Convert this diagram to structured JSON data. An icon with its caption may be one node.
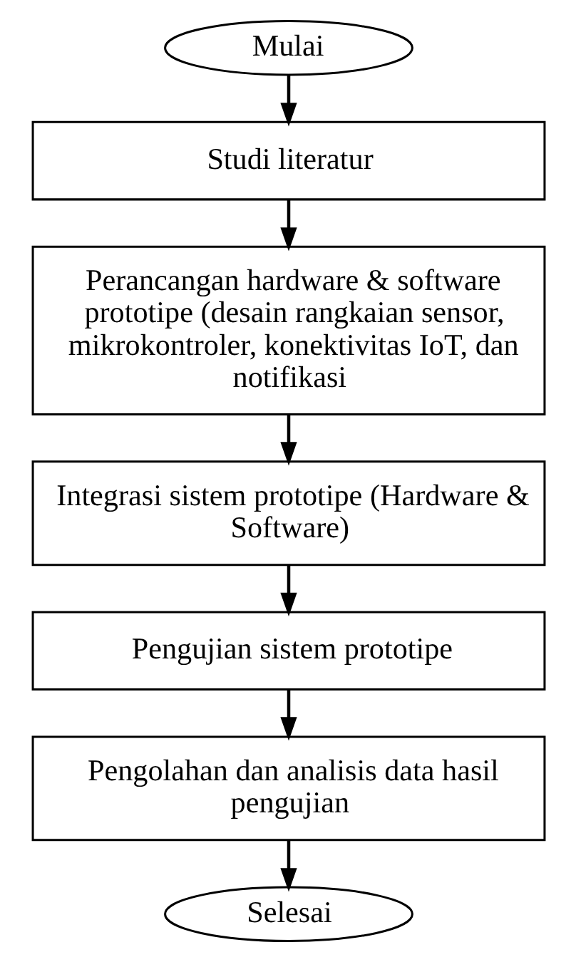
{
  "diagram": {
    "nodes": [
      {
        "text": [
          "Mulai"
        ]
      },
      {
        "text": [
          "Studi literatur"
        ]
      },
      {
        "text": [
          "Perancangan hardware & software prototipe (desain rangkaian sensor, mikrokontroler, konektivitas IoT, dan notifikasi"
        ]
      },
      {
        "text": [
          "Integrasi sistem prototipe (Hardware & Software)"
        ]
      },
      {
        "text": [
          "Pengujian sistem prototipe"
        ]
      },
      {
        "text": [
          "Pengolahan dan analisis data hasil pengujian"
        ]
      },
      {
        "text": [
          "Selesai"
        ]
      }
    ],
    "edges": [
      {
        "from": 0,
        "to": 1,
        "arrow": "to"
      },
      {
        "from": 1,
        "to": 2,
        "arrow": "to"
      },
      {
        "from": 2,
        "to": 3,
        "arrow": "to"
      },
      {
        "from": 3,
        "to": 4,
        "arrow": "to"
      },
      {
        "from": 4,
        "to": 5,
        "arrow": "to"
      },
      {
        "from": 5,
        "to": 6,
        "arrow": "to"
      }
    ]
  }
}
